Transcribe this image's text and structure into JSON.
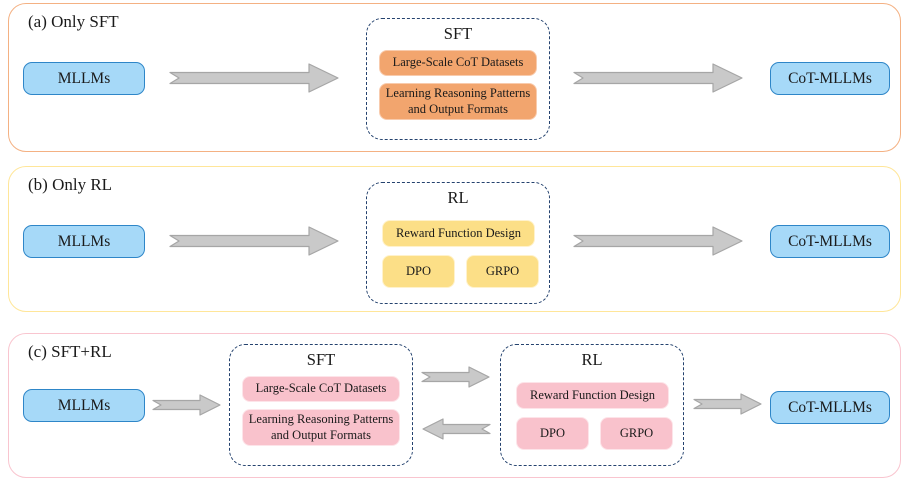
{
  "diagram": {
    "panels": [
      {
        "label": "(a) Only SFT",
        "input_label": "MLLMs",
        "output_label": "CoT-MLLMs",
        "groups": [
          {
            "title": "SFT",
            "chips": [
              "Large-Scale CoT Datasets",
              "Learning Reasoning Patterns and Output Formats"
            ]
          }
        ]
      },
      {
        "label": "(b) Only RL",
        "input_label": "MLLMs",
        "output_label": "CoT-MLLMs",
        "groups": [
          {
            "title": "RL",
            "chips": [
              "Reward Function Design",
              "DPO",
              "GRPO"
            ]
          }
        ]
      },
      {
        "label": "(c) SFT+RL",
        "input_label": "MLLMs",
        "output_label": "CoT-MLLMs",
        "groups": [
          {
            "title": "SFT",
            "chips": [
              "Large-Scale CoT Datasets",
              "Learning Reasoning Patterns and Output Formats"
            ]
          },
          {
            "title": "RL",
            "chips": [
              "Reward Function Design",
              "DPO",
              "GRPO"
            ]
          }
        ]
      }
    ],
    "icons": {
      "flow_arrow_right": "gray block arrow pointing right with chevron-notched tail",
      "flow_arrow_left": "gray block arrow pointing left with chevron-notched tail"
    },
    "colors": {
      "panel_a_border": "#F4B183",
      "panel_b_border": "#FFE699",
      "panel_c_border": "#F9C5CF",
      "blue_box_fill": "#A6D9F8",
      "blue_box_border": "#2E86C8",
      "orange_chip_fill": "#F2A56E",
      "orange_chip_border": "#F8CBAD",
      "yellow_chip_fill": "#FCDF87",
      "yellow_chip_border": "#FFF2CC",
      "pink_chip_fill": "#F9C2CC",
      "pink_chip_border": "#FDE4E9",
      "dashed_border": "#24426E",
      "arrow_fill": "#C9C9C9",
      "arrow_stroke": "#A6A6A6"
    }
  }
}
